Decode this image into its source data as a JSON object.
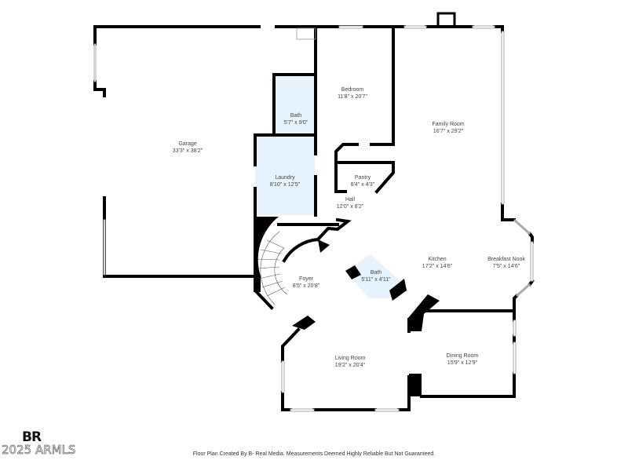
{
  "floor_plan": {
    "colors": {
      "wall": "#000000",
      "bath_fill": "#e6f3fc",
      "background": "#ffffff",
      "window": "#bbbbbb"
    },
    "rooms": [
      {
        "id": "garage",
        "name": "Garage",
        "dimensions": "33'3\" x 38'2\""
      },
      {
        "id": "bedroom",
        "name": "Bedroom",
        "dimensions": "11'8\" x 20'7\""
      },
      {
        "id": "bath-upper",
        "name": "Bath",
        "dimensions": "5'7\" x 9'0\""
      },
      {
        "id": "family-room",
        "name": "Family Room",
        "dimensions": "16'7\" x 29'2\""
      },
      {
        "id": "laundry",
        "name": "Laundry",
        "dimensions": "8'10\" x 12'5\""
      },
      {
        "id": "pantry",
        "name": "Pantry",
        "dimensions": "8'4\" x 4'3\""
      },
      {
        "id": "hall",
        "name": "Hall",
        "dimensions": "12'0\" x 8'2\""
      },
      {
        "id": "foyer",
        "name": "Foyer",
        "dimensions": "8'5\" x 20'8\""
      },
      {
        "id": "bath-lower",
        "name": "Bath",
        "dimensions": "5'11\" x 4'11\""
      },
      {
        "id": "kitchen",
        "name": "Kitchen",
        "dimensions": "17'2\" x 14'6\""
      },
      {
        "id": "breakfast-nook",
        "name": "Breakfast Nook",
        "dimensions": "7'5\" x 14'6\""
      },
      {
        "id": "living-room",
        "name": "Living Room",
        "dimensions": "19'2\" x 20'4\""
      },
      {
        "id": "dining-room",
        "name": "Dining Room",
        "dimensions": "15'9\" x 12'9\""
      }
    ]
  },
  "branding": {
    "logo": "BR",
    "copyright": "2025 ARMLS"
  },
  "footer": {
    "note": "Floor Plan Created By B- Real Media. Measurements Deemed Highly Reliable But Not Guaranteed."
  }
}
